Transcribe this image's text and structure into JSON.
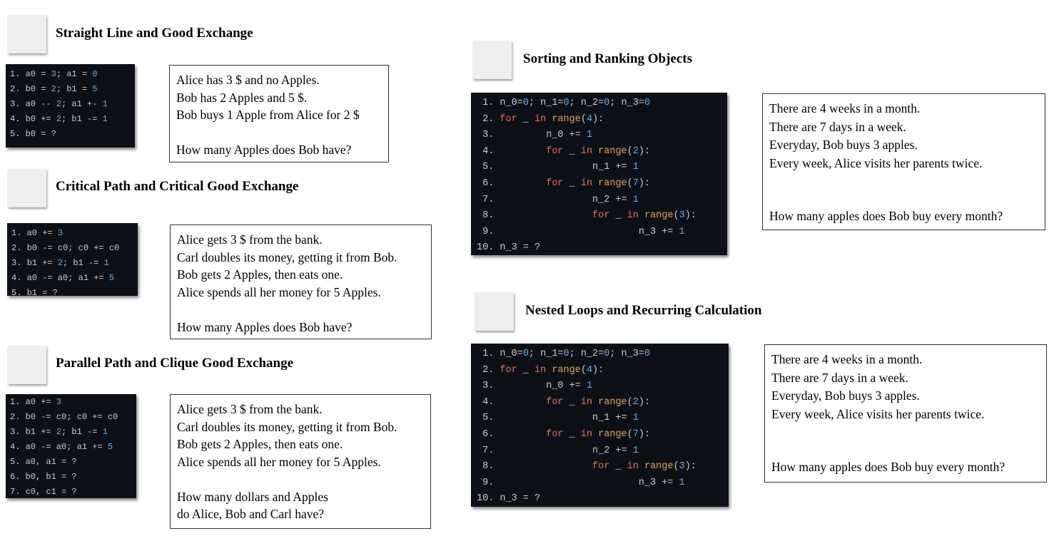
{
  "panels": [
    {
      "title": "Straight Line and Good Exchange",
      "code": [
        [
          [
            "1. a0 = ",
            ""
          ],
          [
            "3",
            "num"
          ],
          [
            "; a1 = ",
            ""
          ],
          [
            "0",
            "num"
          ]
        ],
        [
          [
            "2. b0 = ",
            ""
          ],
          [
            "2",
            "num"
          ],
          [
            "; b1 = ",
            ""
          ],
          [
            "5",
            "num"
          ]
        ],
        [
          [
            "3. a0 -- ",
            ""
          ],
          [
            "2",
            "num"
          ],
          [
            "; a1 +- ",
            ""
          ],
          [
            "1",
            "num"
          ]
        ],
        [
          [
            "4. b0 += ",
            ""
          ],
          [
            "2",
            "num"
          ],
          [
            "; b1 -= ",
            ""
          ],
          [
            "1",
            "num"
          ]
        ],
        [
          [
            "5. b0 = ?",
            ""
          ]
        ]
      ],
      "text": [
        "Alice has 3 $ and no Apples.",
        "Bob has 2 Apples and 5 $.",
        "Bob buys 1 Apple from Alice for 2 $",
        "",
        "How many Apples does Bob have?"
      ]
    },
    {
      "title": "Critical Path and Critical Good Exchange",
      "code": [
        [
          [
            "1. a0 += ",
            ""
          ],
          [
            "3",
            "num"
          ]
        ],
        [
          [
            "2. b0 -= c0; c0 += c0",
            ""
          ]
        ],
        [
          [
            "3. b1 += ",
            ""
          ],
          [
            "2",
            "num"
          ],
          [
            "; b1 -= ",
            ""
          ],
          [
            "1",
            "num"
          ]
        ],
        [
          [
            "4. a0 -= a0; a1 += ",
            ""
          ],
          [
            "5",
            "num"
          ]
        ],
        [
          [
            "5. b1 = ?",
            ""
          ]
        ]
      ],
      "text": [
        "Alice gets 3 $ from the bank.",
        "Carl doubles its money, getting it from Bob.",
        "Bob gets 2 Apples, then eats one.",
        "Alice spends all her money for 5 Apples.",
        "",
        "How many Apples does Bob have?"
      ]
    },
    {
      "title": "Parallel Path and Clique Good Exchange",
      "code": [
        [
          [
            "1. a0 += ",
            ""
          ],
          [
            "3",
            "num"
          ]
        ],
        [
          [
            "2. b0 -= c0; c0 += c0",
            ""
          ]
        ],
        [
          [
            "3. b1 += ",
            ""
          ],
          [
            "2",
            "num"
          ],
          [
            "; b1 -= ",
            ""
          ],
          [
            "1",
            "num"
          ]
        ],
        [
          [
            "4. a0 -= a0; a1 += ",
            ""
          ],
          [
            "5",
            "num"
          ]
        ],
        [
          [
            "5. a0, a1 = ?",
            ""
          ]
        ],
        [
          [
            "6. b0, b1 = ?",
            ""
          ]
        ],
        [
          [
            "7. c0, c1 = ?",
            ""
          ]
        ]
      ],
      "text": [
        "Alice gets 3 $ from the bank.",
        "Carl doubles its money, getting it from Bob.",
        "Bob gets 2 Apples, then eats one.",
        "Alice spends all her money for 5 Apples.",
        "",
        "How many dollars and Apples",
        "do Alice, Bob and Carl have?"
      ]
    },
    {
      "title": "Sorting and Ranking Objects",
      "code": [
        [
          [
            " 1. n_0=",
            ""
          ],
          [
            "0",
            "num"
          ],
          [
            "; n_1=",
            ""
          ],
          [
            "0",
            "num"
          ],
          [
            "; n_2=",
            ""
          ],
          [
            "0",
            "num"
          ],
          [
            "; n_3=",
            ""
          ],
          [
            "0",
            "num"
          ]
        ],
        [
          [
            " 2. ",
            ""
          ],
          [
            "for",
            "kw"
          ],
          [
            " _ ",
            ""
          ],
          [
            "in",
            "kw"
          ],
          [
            " ",
            ""
          ],
          [
            "range",
            "fn"
          ],
          [
            "(",
            ""
          ],
          [
            "4",
            "num"
          ],
          [
            "):",
            ""
          ]
        ],
        [
          [
            " 3.         n_0 += ",
            ""
          ],
          [
            "1",
            "num"
          ]
        ],
        [
          [
            " 4.         ",
            ""
          ],
          [
            "for",
            "kw"
          ],
          [
            " _ ",
            ""
          ],
          [
            "in",
            "kw"
          ],
          [
            " ",
            ""
          ],
          [
            "range",
            "fn"
          ],
          [
            "(",
            ""
          ],
          [
            "2",
            "num"
          ],
          [
            "):",
            ""
          ]
        ],
        [
          [
            " 5.                 n_1 += ",
            ""
          ],
          [
            "1",
            "num"
          ]
        ],
        [
          [
            " 6.         ",
            ""
          ],
          [
            "for",
            "kw"
          ],
          [
            " _ ",
            ""
          ],
          [
            "in",
            "kw"
          ],
          [
            " ",
            ""
          ],
          [
            "range",
            "fn"
          ],
          [
            "(",
            ""
          ],
          [
            "7",
            "num"
          ],
          [
            "):",
            ""
          ]
        ],
        [
          [
            " 7.                 n_2 += ",
            ""
          ],
          [
            "1",
            "num"
          ]
        ],
        [
          [
            " 8.                 ",
            ""
          ],
          [
            "for",
            "kw"
          ],
          [
            " _ ",
            ""
          ],
          [
            "in",
            "kw"
          ],
          [
            " ",
            ""
          ],
          [
            "range",
            "fn"
          ],
          [
            "(",
            ""
          ],
          [
            "3",
            "num"
          ],
          [
            "):",
            ""
          ]
        ],
        [
          [
            " 9.                         n_3 += ",
            ""
          ],
          [
            "1",
            "num"
          ]
        ],
        [
          [
            "10. n_3 = ?",
            ""
          ]
        ]
      ],
      "text": [
        "There are 4 weeks in a month.",
        "There are 7 days in a week.",
        "Everyday, Bob buys 3 apples.",
        "Every week, Alice visits her parents twice.",
        "",
        "",
        "How many apples does Bob buy every month?"
      ]
    },
    {
      "title": "Nested Loops and Recurring Calculation",
      "code": [
        [
          [
            " 1. n_0=",
            ""
          ],
          [
            "0",
            "num"
          ],
          [
            "; n_1=",
            ""
          ],
          [
            "0",
            "num"
          ],
          [
            "; n_2=",
            ""
          ],
          [
            "0",
            "num"
          ],
          [
            "; n_3=",
            ""
          ],
          [
            "0",
            "num"
          ]
        ],
        [
          [
            " 2. ",
            ""
          ],
          [
            "for",
            "kw"
          ],
          [
            " _ ",
            ""
          ],
          [
            "in",
            "kw"
          ],
          [
            " ",
            ""
          ],
          [
            "range",
            "fn"
          ],
          [
            "(",
            ""
          ],
          [
            "4",
            "num"
          ],
          [
            "):",
            ""
          ]
        ],
        [
          [
            " 3.         n_0 += ",
            ""
          ],
          [
            "1",
            "num"
          ]
        ],
        [
          [
            " 4.         ",
            ""
          ],
          [
            "for",
            "kw"
          ],
          [
            " _ ",
            ""
          ],
          [
            "in",
            "kw"
          ],
          [
            " ",
            ""
          ],
          [
            "range",
            "fn"
          ],
          [
            "(",
            ""
          ],
          [
            "2",
            "num"
          ],
          [
            "):",
            ""
          ]
        ],
        [
          [
            " 5.                 n_1 += ",
            ""
          ],
          [
            "1",
            "num"
          ]
        ],
        [
          [
            " 6.         ",
            ""
          ],
          [
            "for",
            "kw"
          ],
          [
            " _ ",
            ""
          ],
          [
            "in",
            "kw"
          ],
          [
            " ",
            ""
          ],
          [
            "range",
            "fn"
          ],
          [
            "(",
            ""
          ],
          [
            "7",
            "num"
          ],
          [
            "):",
            ""
          ]
        ],
        [
          [
            " 7.                 n_2 += ",
            ""
          ],
          [
            "1",
            "num"
          ]
        ],
        [
          [
            " 8.                 ",
            ""
          ],
          [
            "for",
            "kw"
          ],
          [
            " _ ",
            ""
          ],
          [
            "in",
            "kw"
          ],
          [
            " ",
            ""
          ],
          [
            "range",
            "fn"
          ],
          [
            "(",
            ""
          ],
          [
            "3",
            "num"
          ],
          [
            "):",
            ""
          ]
        ],
        [
          [
            " 9.                         n_3 += ",
            ""
          ],
          [
            "1",
            "num"
          ]
        ],
        [
          [
            "10. n_3 = ?",
            ""
          ]
        ]
      ],
      "text": [
        "There are 4 weeks in a month.",
        "There are 7 days in a week.",
        "Everyday, Bob buys 3 apples.",
        "Every week, Alice visits her parents twice.",
        "",
        "",
        "How many apples does Bob buy every month?"
      ]
    }
  ]
}
